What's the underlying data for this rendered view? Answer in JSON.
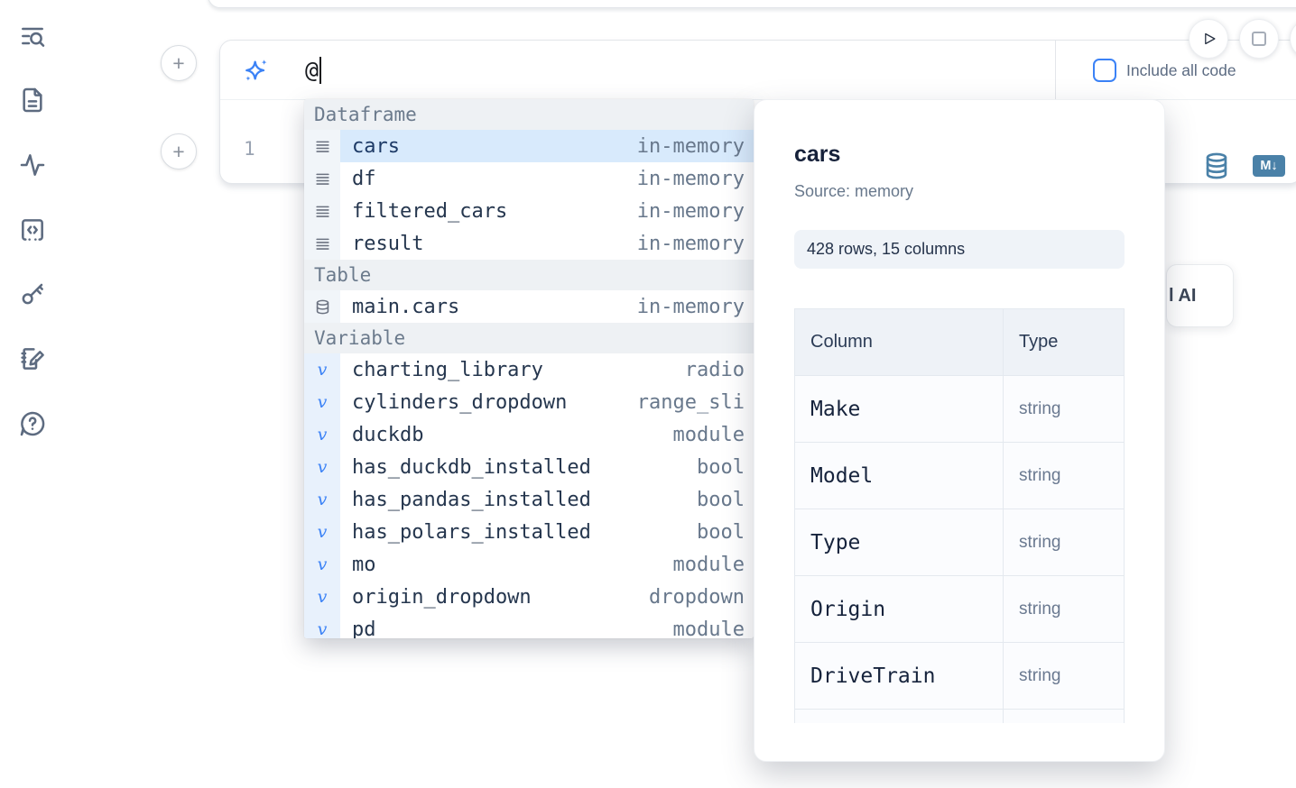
{
  "sidebar": {
    "icons": [
      "toc-search",
      "document",
      "activity",
      "code-snippets",
      "key",
      "scratchpad",
      "help"
    ]
  },
  "prompt": {
    "value": "@",
    "include_all_code": {
      "label": "Include all code",
      "checked": false
    }
  },
  "code_cell": {
    "line_number": "1",
    "actions": [
      "database",
      "markdown-export"
    ],
    "markdown_badge": "M↓"
  },
  "run_controls": {
    "buttons": [
      "run-cell",
      "stop-kernel"
    ]
  },
  "ai_button": {
    "visible_label": "l AI"
  },
  "autocomplete": {
    "sections": [
      {
        "label": "Dataframe",
        "icon": "dataframe",
        "items": [
          {
            "name": "cars",
            "type": "in-memory",
            "selected": true
          },
          {
            "name": "df",
            "type": "in-memory"
          },
          {
            "name": "filtered_cars",
            "type": "in-memory"
          },
          {
            "name": "result",
            "type": "in-memory"
          }
        ]
      },
      {
        "label": "Table",
        "icon": "table",
        "items": [
          {
            "name": "main.cars",
            "type": "in-memory"
          }
        ]
      },
      {
        "label": "Variable",
        "icon": "variable",
        "items": [
          {
            "name": "charting_library",
            "type": "radio"
          },
          {
            "name": "cylinders_dropdown",
            "type": "range_sli"
          },
          {
            "name": "duckdb",
            "type": "module"
          },
          {
            "name": "has_duckdb_installed",
            "type": "bool"
          },
          {
            "name": "has_pandas_installed",
            "type": "bool"
          },
          {
            "name": "has_polars_installed",
            "type": "bool"
          },
          {
            "name": "mo",
            "type": "module"
          },
          {
            "name": "origin_dropdown",
            "type": "dropdown"
          },
          {
            "name": "pd",
            "type": "module"
          }
        ]
      }
    ]
  },
  "data_preview": {
    "title": "cars",
    "source": "Source: memory",
    "badge": "428 rows, 15 columns",
    "table": {
      "headers": [
        "Column",
        "Type"
      ],
      "rows": [
        [
          "Make",
          "string"
        ],
        [
          "Model",
          "string"
        ],
        [
          "Type",
          "string"
        ],
        [
          "Origin",
          "string"
        ],
        [
          "DriveTrain",
          "string"
        ]
      ],
      "partial_next_row": true
    }
  },
  "colors": {
    "accent_blue": "#3b82f6",
    "steel_blue": "#4a81a8",
    "selection_bg": "#d8eafc",
    "icon_slate": "#5d6b80"
  }
}
